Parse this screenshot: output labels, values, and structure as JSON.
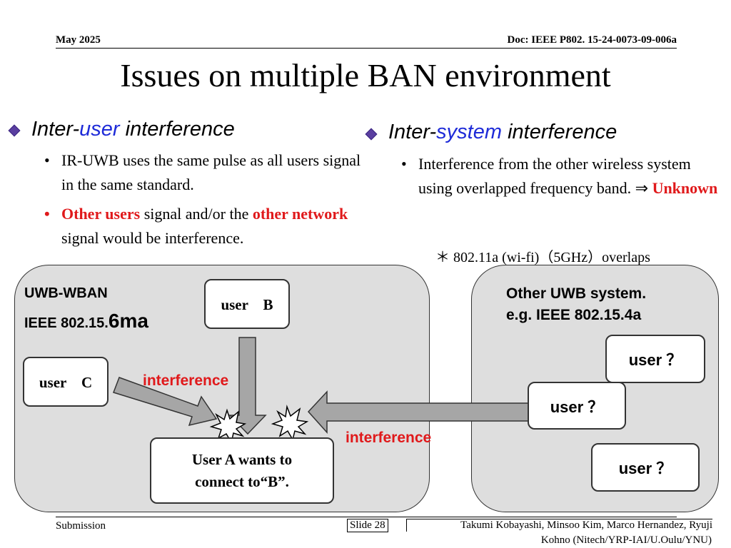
{
  "header": {
    "date": "May 2025",
    "doc": "Doc: IEEE P802. 15-24-0073-09-006a"
  },
  "title": "Issues on multiple BAN environment",
  "left": {
    "head_pre": "Inter-",
    "head_hl": "user",
    "head_post": " interference",
    "b1": "IR-UWB uses the same pulse as all users signal in the same standard.",
    "b2_r1": "Other users",
    "b2_m": " signal and/or the ",
    "b2_r2": "other network",
    "b2_post": " signal would be interference."
  },
  "right": {
    "head_pre": "Inter-",
    "head_hl": "system",
    "head_post": " interference",
    "b1_pre": "Interference from the other wireless system using overlapped frequency band. ⇒ ",
    "b1_red": "Unknown",
    "note": "＊ 802.11a (wi-fi)（5GHz）overlaps"
  },
  "diagram": {
    "wban_line1": "UWB-WBAN",
    "wban_line2a": "IEEE 802.15.",
    "wban_line2b": "6ma",
    "user_b": "user　B",
    "user_c": "user　C",
    "user_a": "User A wants to connect to“B”.",
    "interference1": "interference",
    "interference2": "interference",
    "other_line1": "Other UWB system.",
    "other_line2": "e.g. IEEE 802.15.4a",
    "user_q1": "user ？",
    "user_q2": "user ？",
    "user_q3": "user ？"
  },
  "footer": {
    "submission": "Submission",
    "slide": "Slide 28",
    "authors1": "Takumi Kobayashi, Minsoo Kim, Marco Hernandez, Ryuji",
    "authors2": "Kohno (Nitech/YRP-IAI/U.Oulu/YNU)"
  },
  "colors": {
    "red": "#e0191b",
    "blue": "#1e2bd8",
    "panel": "#dedede",
    "arrow": "#a6a6a6",
    "bullet": "#5a3ea0"
  }
}
